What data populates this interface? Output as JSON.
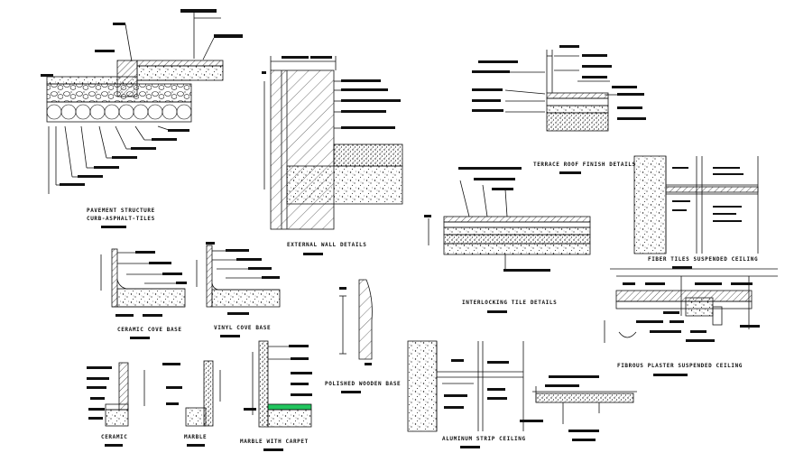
{
  "drawing": {
    "details": [
      {
        "id": "pavement",
        "lines": [
          "PAVEMENT STRUCTURE",
          "CURB-ASPHALT-TILES"
        ]
      },
      {
        "id": "external-wall",
        "lines": [
          "EXTERNAL WALL DETAILS"
        ]
      },
      {
        "id": "terrace-roof",
        "lines": [
          "TERRACE ROOF FINISH DETAILS"
        ]
      },
      {
        "id": "fiber-tiles",
        "lines": [
          "FIBER TILES SUSPENDED CEILING"
        ]
      },
      {
        "id": "interlocking",
        "lines": [
          "INTERLOCKING TILE DETAILS"
        ]
      },
      {
        "id": "fibrous-plaster",
        "lines": [
          "FIBROUS PLASTER SUSPENDED CEILING"
        ]
      },
      {
        "id": "ceramic-cove",
        "lines": [
          "CERAMIC COVE BASE"
        ]
      },
      {
        "id": "vinyl-cove",
        "lines": [
          "VINYL COVE BASE"
        ]
      },
      {
        "id": "polished-wood",
        "lines": [
          "POLISHED WOODEN BASE"
        ]
      },
      {
        "id": "ceramic",
        "lines": [
          "CERAMIC"
        ]
      },
      {
        "id": "marble",
        "lines": [
          "MARBLE"
        ]
      },
      {
        "id": "marble-carpet",
        "lines": [
          "MARBLE WITH CARPET"
        ]
      },
      {
        "id": "aluminum-strip",
        "lines": [
          "ALUMINUM STRIP CEILING"
        ]
      }
    ],
    "colors": {
      "ink": "#111111",
      "paper": "#ffffff",
      "carpet": "#22c55e"
    }
  }
}
